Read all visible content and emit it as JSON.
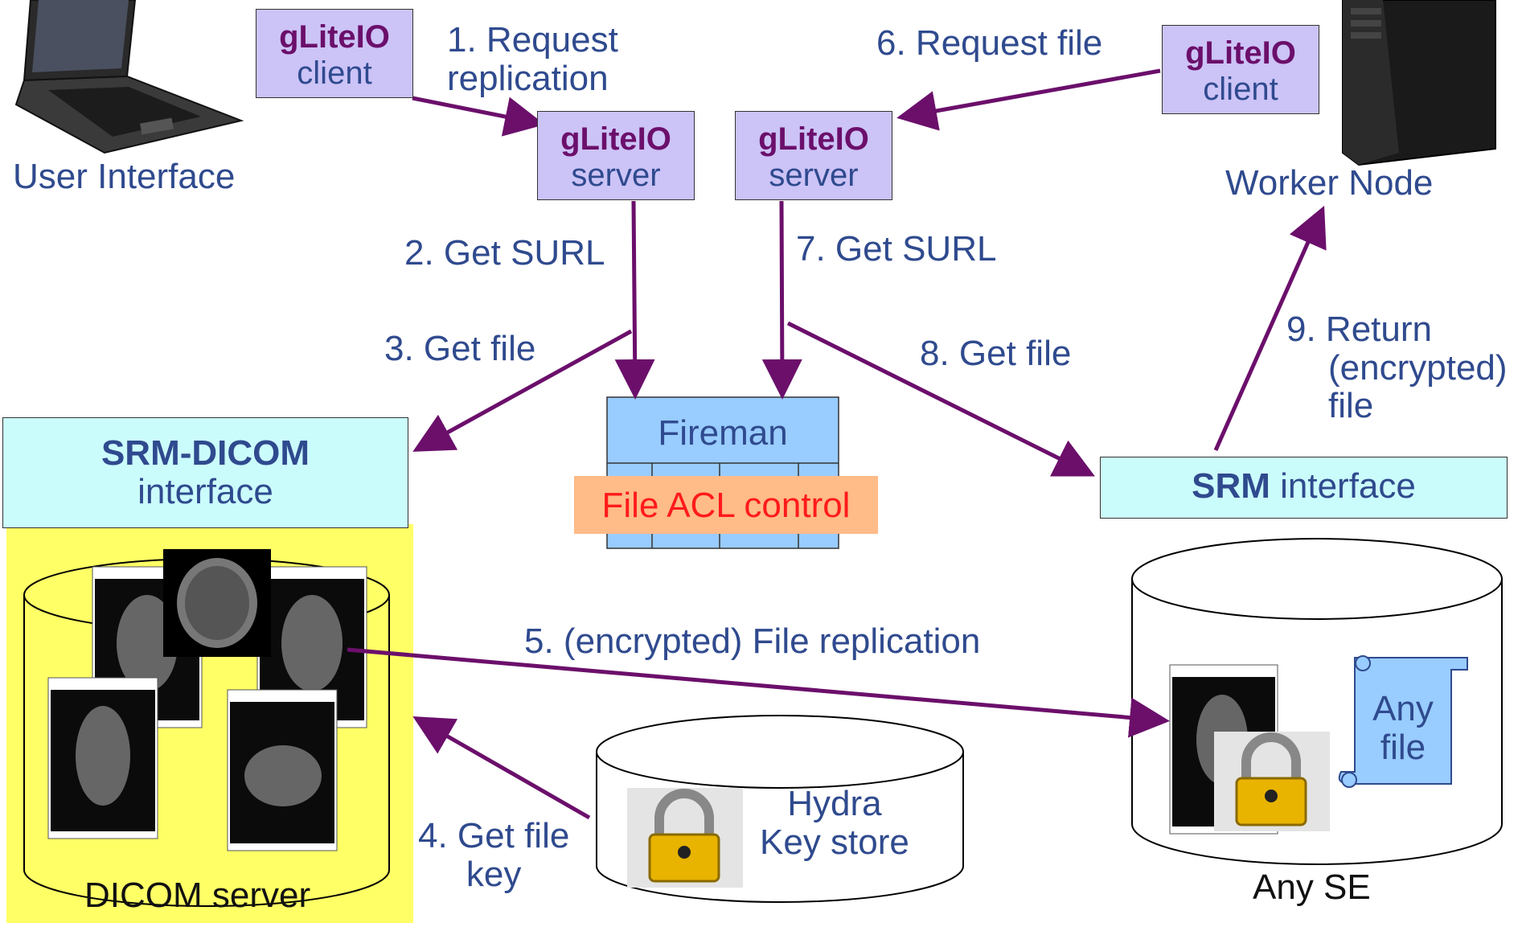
{
  "colors": {
    "arrow": "#6b0f6b",
    "label_blue": "#2f4a8e",
    "glite_fill": "#ccc3f7",
    "cyan_fill": "#cbfcfc",
    "fireman_fill": "#99ccff",
    "acl_fill": "#ffbb88",
    "acl_text": "#ff1a1a",
    "dicom_yellow": "#ffff66",
    "anyfile_fill": "#99ccff"
  },
  "user_interface": {
    "label": "User Interface",
    "icon": "laptop-icon"
  },
  "worker_node": {
    "label": "Worker Node",
    "icon": "tower-server-icon"
  },
  "glite_client_left": {
    "bold": "gLiteIO",
    "normal": "client"
  },
  "glite_client_right": {
    "bold": "gLiteIO",
    "normal": "client"
  },
  "glite_server_left": {
    "bold": "gLiteIO",
    "normal": "server"
  },
  "glite_server_right": {
    "bold": "gLiteIO",
    "normal": "server"
  },
  "fireman": {
    "label": "Fireman",
    "acl": "File ACL control"
  },
  "srm_dicom": {
    "bold": "SRM-DICOM",
    "normal": "interface"
  },
  "srm": {
    "bold": "SRM",
    "normal": " interface"
  },
  "dicom_server": {
    "label": "DICOM server"
  },
  "hydra": {
    "line1": "Hydra",
    "line2": "Key store",
    "icon": "padlock-icon"
  },
  "any_se": {
    "label": "Any SE",
    "file_line1": "Any",
    "file_line2": "file"
  },
  "steps": {
    "s1_line1": "1. Request",
    "s1_line2": "replication",
    "s2": "2. Get SURL",
    "s3": "3. Get file",
    "s4_line1": "4. Get file",
    "s4_line2": "key",
    "s5": "5. (encrypted) File replication",
    "s6": "6. Request file",
    "s7": "7. Get SURL",
    "s8": "8. Get file",
    "s9_line1": "9. Return",
    "s9_line2": "(encrypted)",
    "s9_line3": "file"
  }
}
